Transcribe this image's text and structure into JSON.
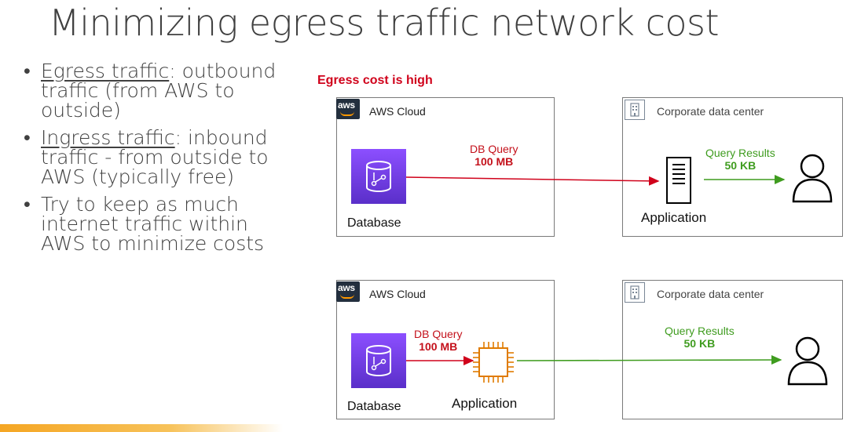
{
  "title": "Minimizing egress traffic network cost",
  "bullets": [
    {
      "term": "Egress traffic",
      "text": ": outbound traffic (from AWS to outside)"
    },
    {
      "term": "Ingress traffic",
      "text": ": inbound traffic - from outside to AWS (typically free)"
    },
    {
      "term": "",
      "text": "Try to keep as much internet traffic within AWS to minimize costs"
    }
  ],
  "cost_label": "Egress cost is high",
  "logo_text": "aws",
  "scenario1": {
    "aws_cloud": "AWS Cloud",
    "corporate": "Corporate data center",
    "database": "Database",
    "application": "Application",
    "query": "DB Query",
    "query_size": "100 MB",
    "results": "Query Results",
    "results_size": "50 KB"
  },
  "scenario2": {
    "aws_cloud": "AWS Cloud",
    "corporate": "Corporate data center",
    "database": "Database",
    "application": "Application",
    "query": "DB Query",
    "query_size": "100 MB",
    "results": "Query Results",
    "results_size": "50 KB"
  },
  "colors": {
    "egress": "#d0021b",
    "result": "#3f9c1f",
    "database": "#7b3fe4",
    "compute": "#e07b00"
  }
}
